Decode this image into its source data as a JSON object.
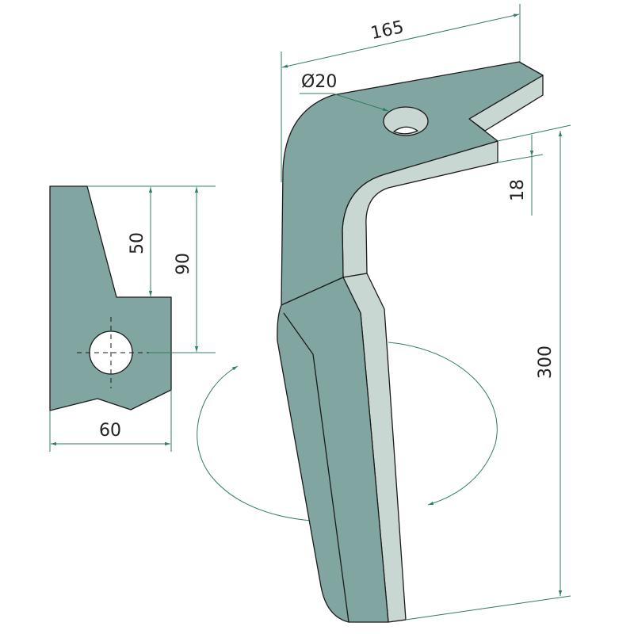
{
  "colors": {
    "face": "#81a6a1",
    "side": "#c9d7d3",
    "dimension": "#2f7d5c"
  },
  "dimensions": {
    "length": "165",
    "hole_diameter": "Ø20",
    "thickness": "18",
    "height": "300",
    "section_upper": "50",
    "section_hole": "90",
    "section_width": "60"
  }
}
